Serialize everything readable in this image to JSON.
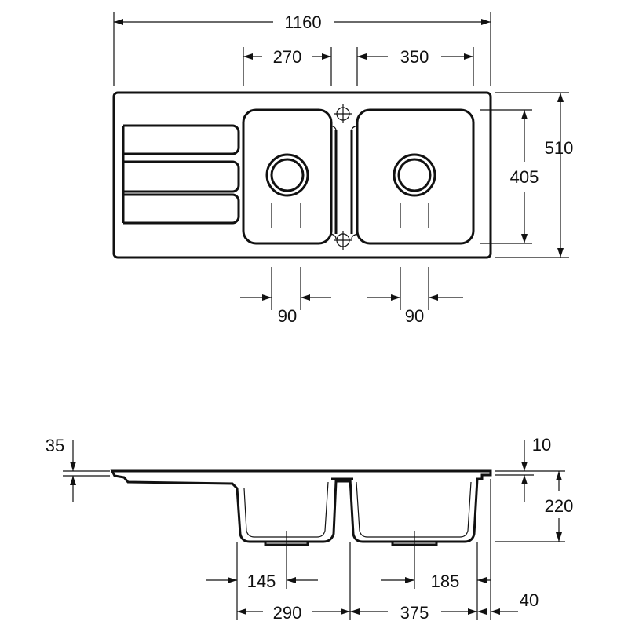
{
  "colors": {
    "line": "#111111",
    "background": "#ffffff"
  },
  "top_view": {
    "overall_width": "1160",
    "left_bowl_width": "270",
    "right_bowl_width": "350",
    "overall_depth": "510",
    "bowl_depth": "405",
    "left_drain_offset": "90",
    "right_drain_offset": "90",
    "icons": [
      "tap-hole-marker-icon",
      "overflow-marker-icon"
    ]
  },
  "side_view": {
    "rim_height": "35",
    "flange_thickness": "10",
    "bowl_height": "220",
    "left_drain_offset": "145",
    "right_drain_offset": "185",
    "left_bowl_width": "290",
    "right_bowl_width": "375",
    "edge_offset": "40"
  }
}
